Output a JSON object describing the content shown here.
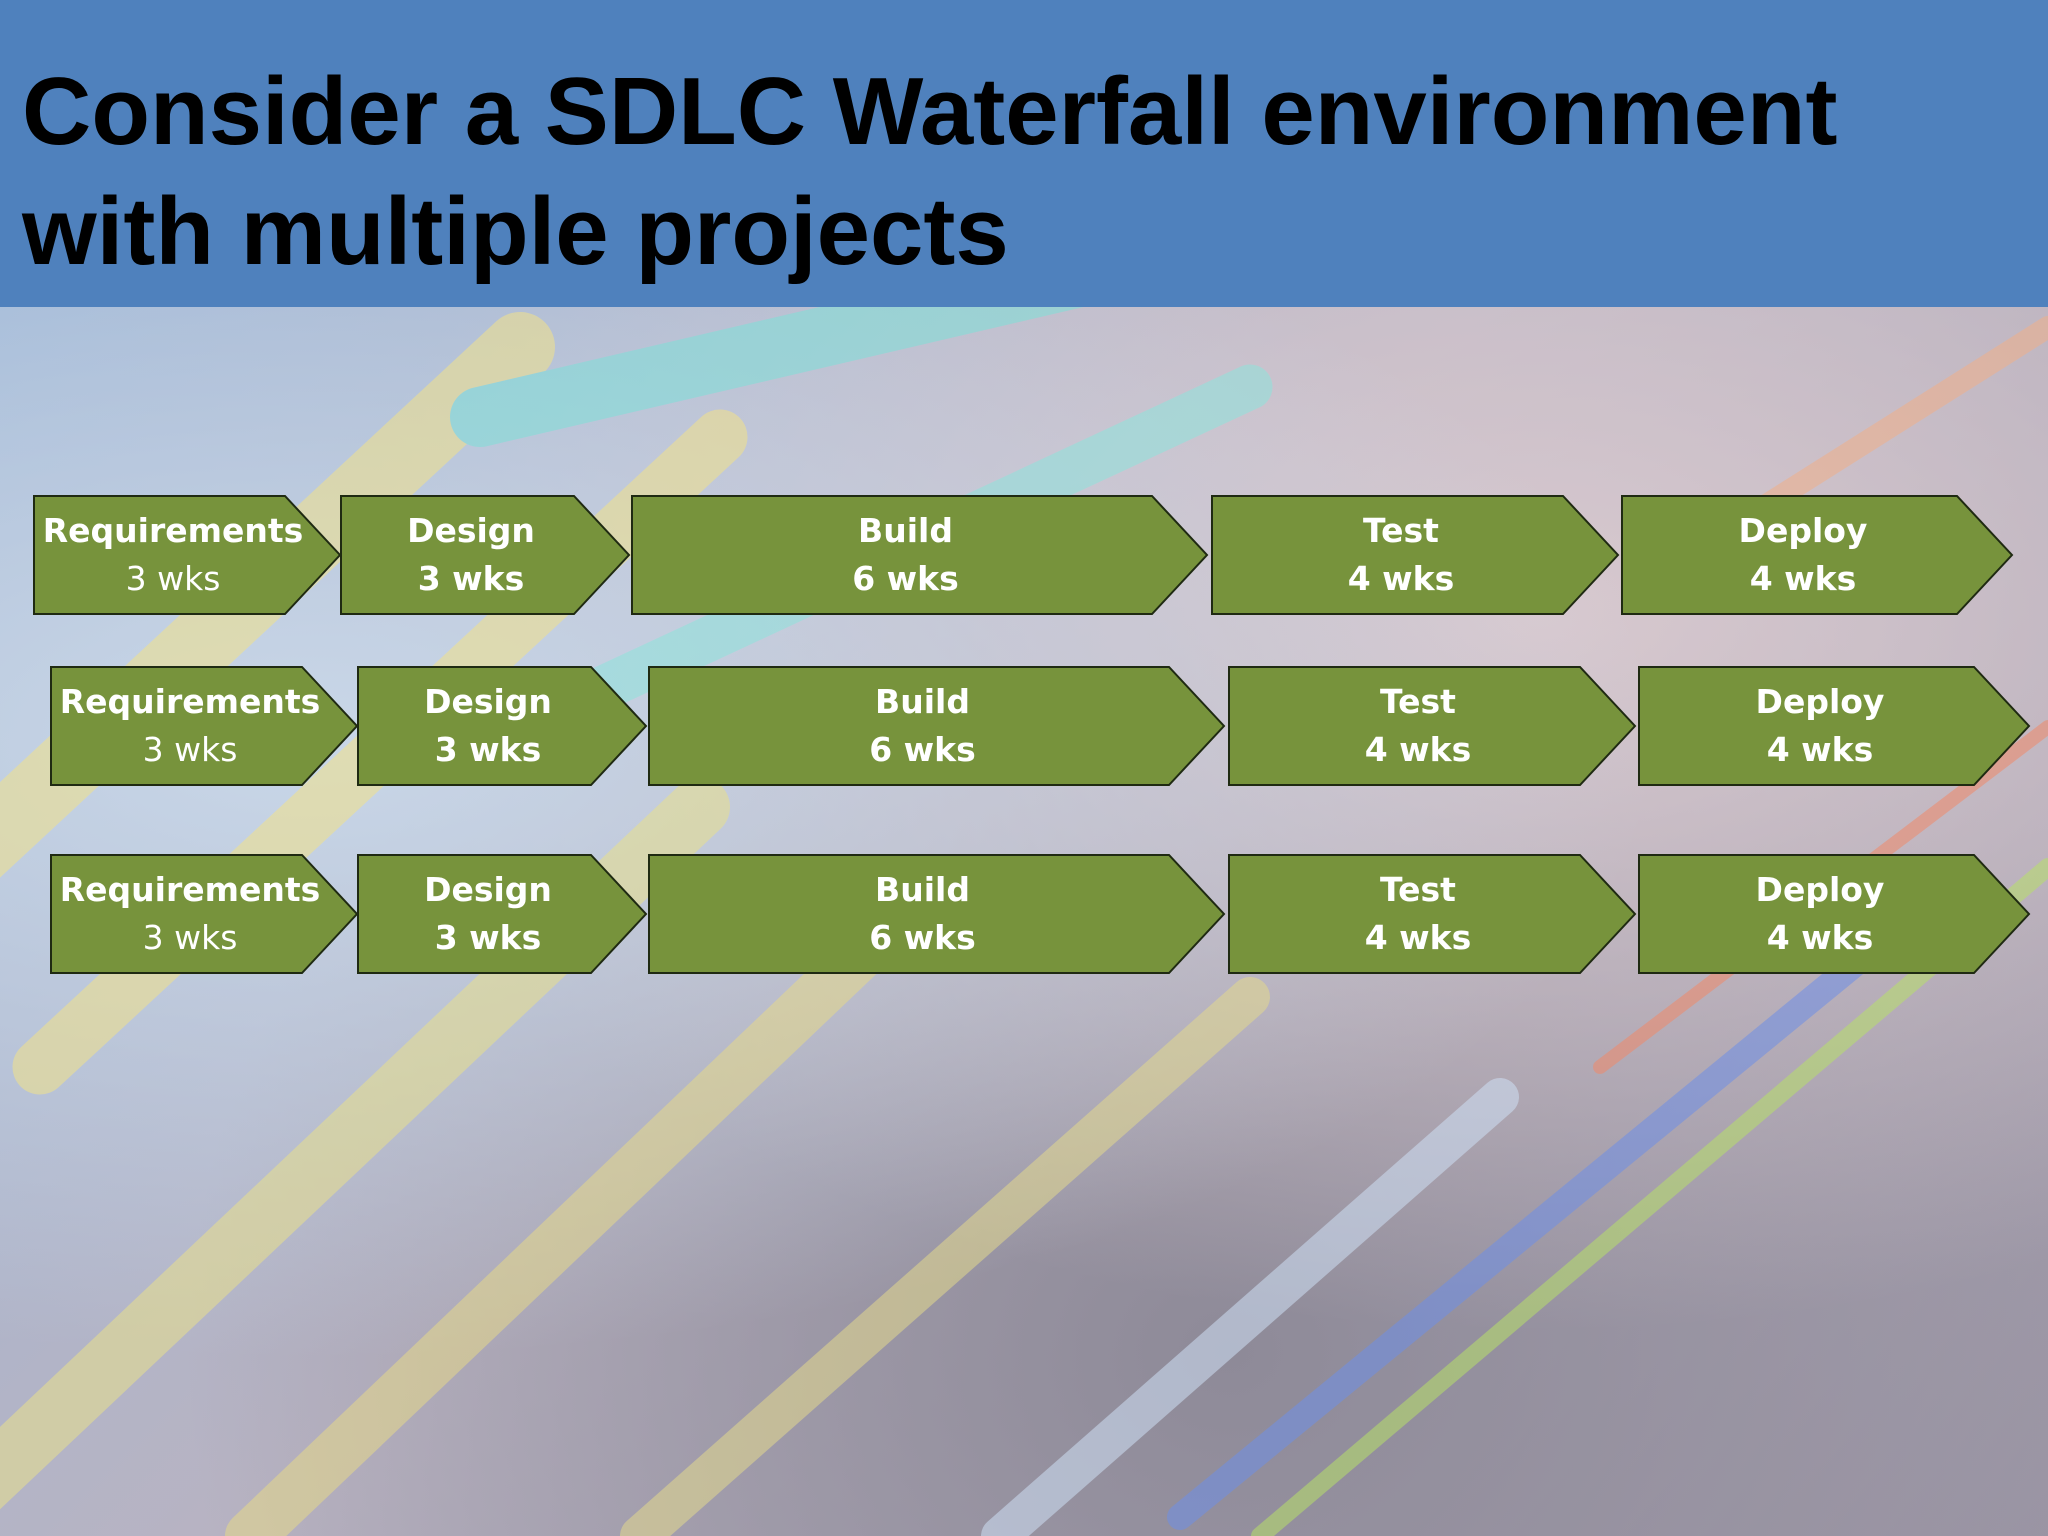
{
  "slide": {
    "title": "Consider a SDLC Waterfall environment\nwith multiple projects"
  },
  "colors": {
    "header": "#4f81bd",
    "chevron_fill": "#77933c",
    "chevron_stroke": "#1f2a12",
    "text": "#ffffff"
  },
  "projects": [
    {
      "stages": [
        {
          "name": "Requirements",
          "duration": "3 wks"
        },
        {
          "name": "Design",
          "duration": "3 wks"
        },
        {
          "name": "Build",
          "duration": "6 wks"
        },
        {
          "name": "Test",
          "duration": "4 wks"
        },
        {
          "name": "Deploy",
          "duration": "4 wks"
        }
      ]
    },
    {
      "stages": [
        {
          "name": "Requirements",
          "duration": "3 wks"
        },
        {
          "name": "Design",
          "duration": "3 wks"
        },
        {
          "name": "Build",
          "duration": "6 wks"
        },
        {
          "name": "Test",
          "duration": "4 wks"
        },
        {
          "name": "Deploy",
          "duration": "4 wks"
        }
      ]
    },
    {
      "stages": [
        {
          "name": "Requirements",
          "duration": "3 wks"
        },
        {
          "name": "Design",
          "duration": "3 wks"
        },
        {
          "name": "Build",
          "duration": "6 wks"
        },
        {
          "name": "Test",
          "duration": "4 wks"
        },
        {
          "name": "Deploy",
          "duration": "4 wks"
        }
      ]
    }
  ]
}
